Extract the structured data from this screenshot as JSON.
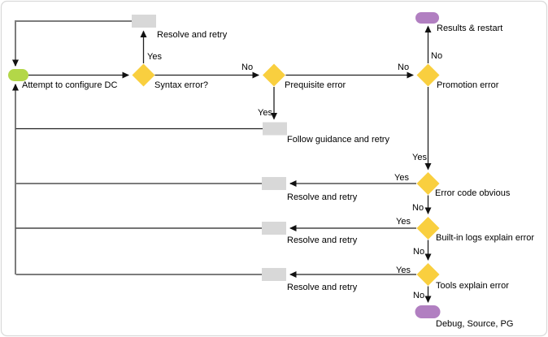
{
  "diagram": {
    "type": "flowchart",
    "colors": {
      "start_node": "#b3d748",
      "decision_node": "#f9cf3f",
      "terminal_node": "#b17fc1",
      "process_node": "#d8d8d8"
    },
    "nodes": {
      "start": {
        "label": "Attempt to configure DC"
      },
      "resolve_top": {
        "label": "Resolve and retry"
      },
      "syntax": {
        "label": "Syntax error?"
      },
      "prerequisite": {
        "label": "Prequisite error"
      },
      "follow_guidance": {
        "label": "Follow guidance and retry"
      },
      "promotion": {
        "label": "Promotion error"
      },
      "results_restart": {
        "label": "Results & restart"
      },
      "error_code": {
        "label": "Error code obvious"
      },
      "resolve_error_code": {
        "label": "Resolve and retry"
      },
      "builtin_logs": {
        "label": "Built-in logs explain error"
      },
      "resolve_builtin": {
        "label": "Resolve and retry"
      },
      "tools": {
        "label": "Tools explain error"
      },
      "resolve_tools": {
        "label": "Resolve and retry"
      },
      "debug_source_pg": {
        "label": "Debug, Source, PG"
      }
    },
    "edge_labels": {
      "yes": "Yes",
      "no": "No"
    }
  }
}
